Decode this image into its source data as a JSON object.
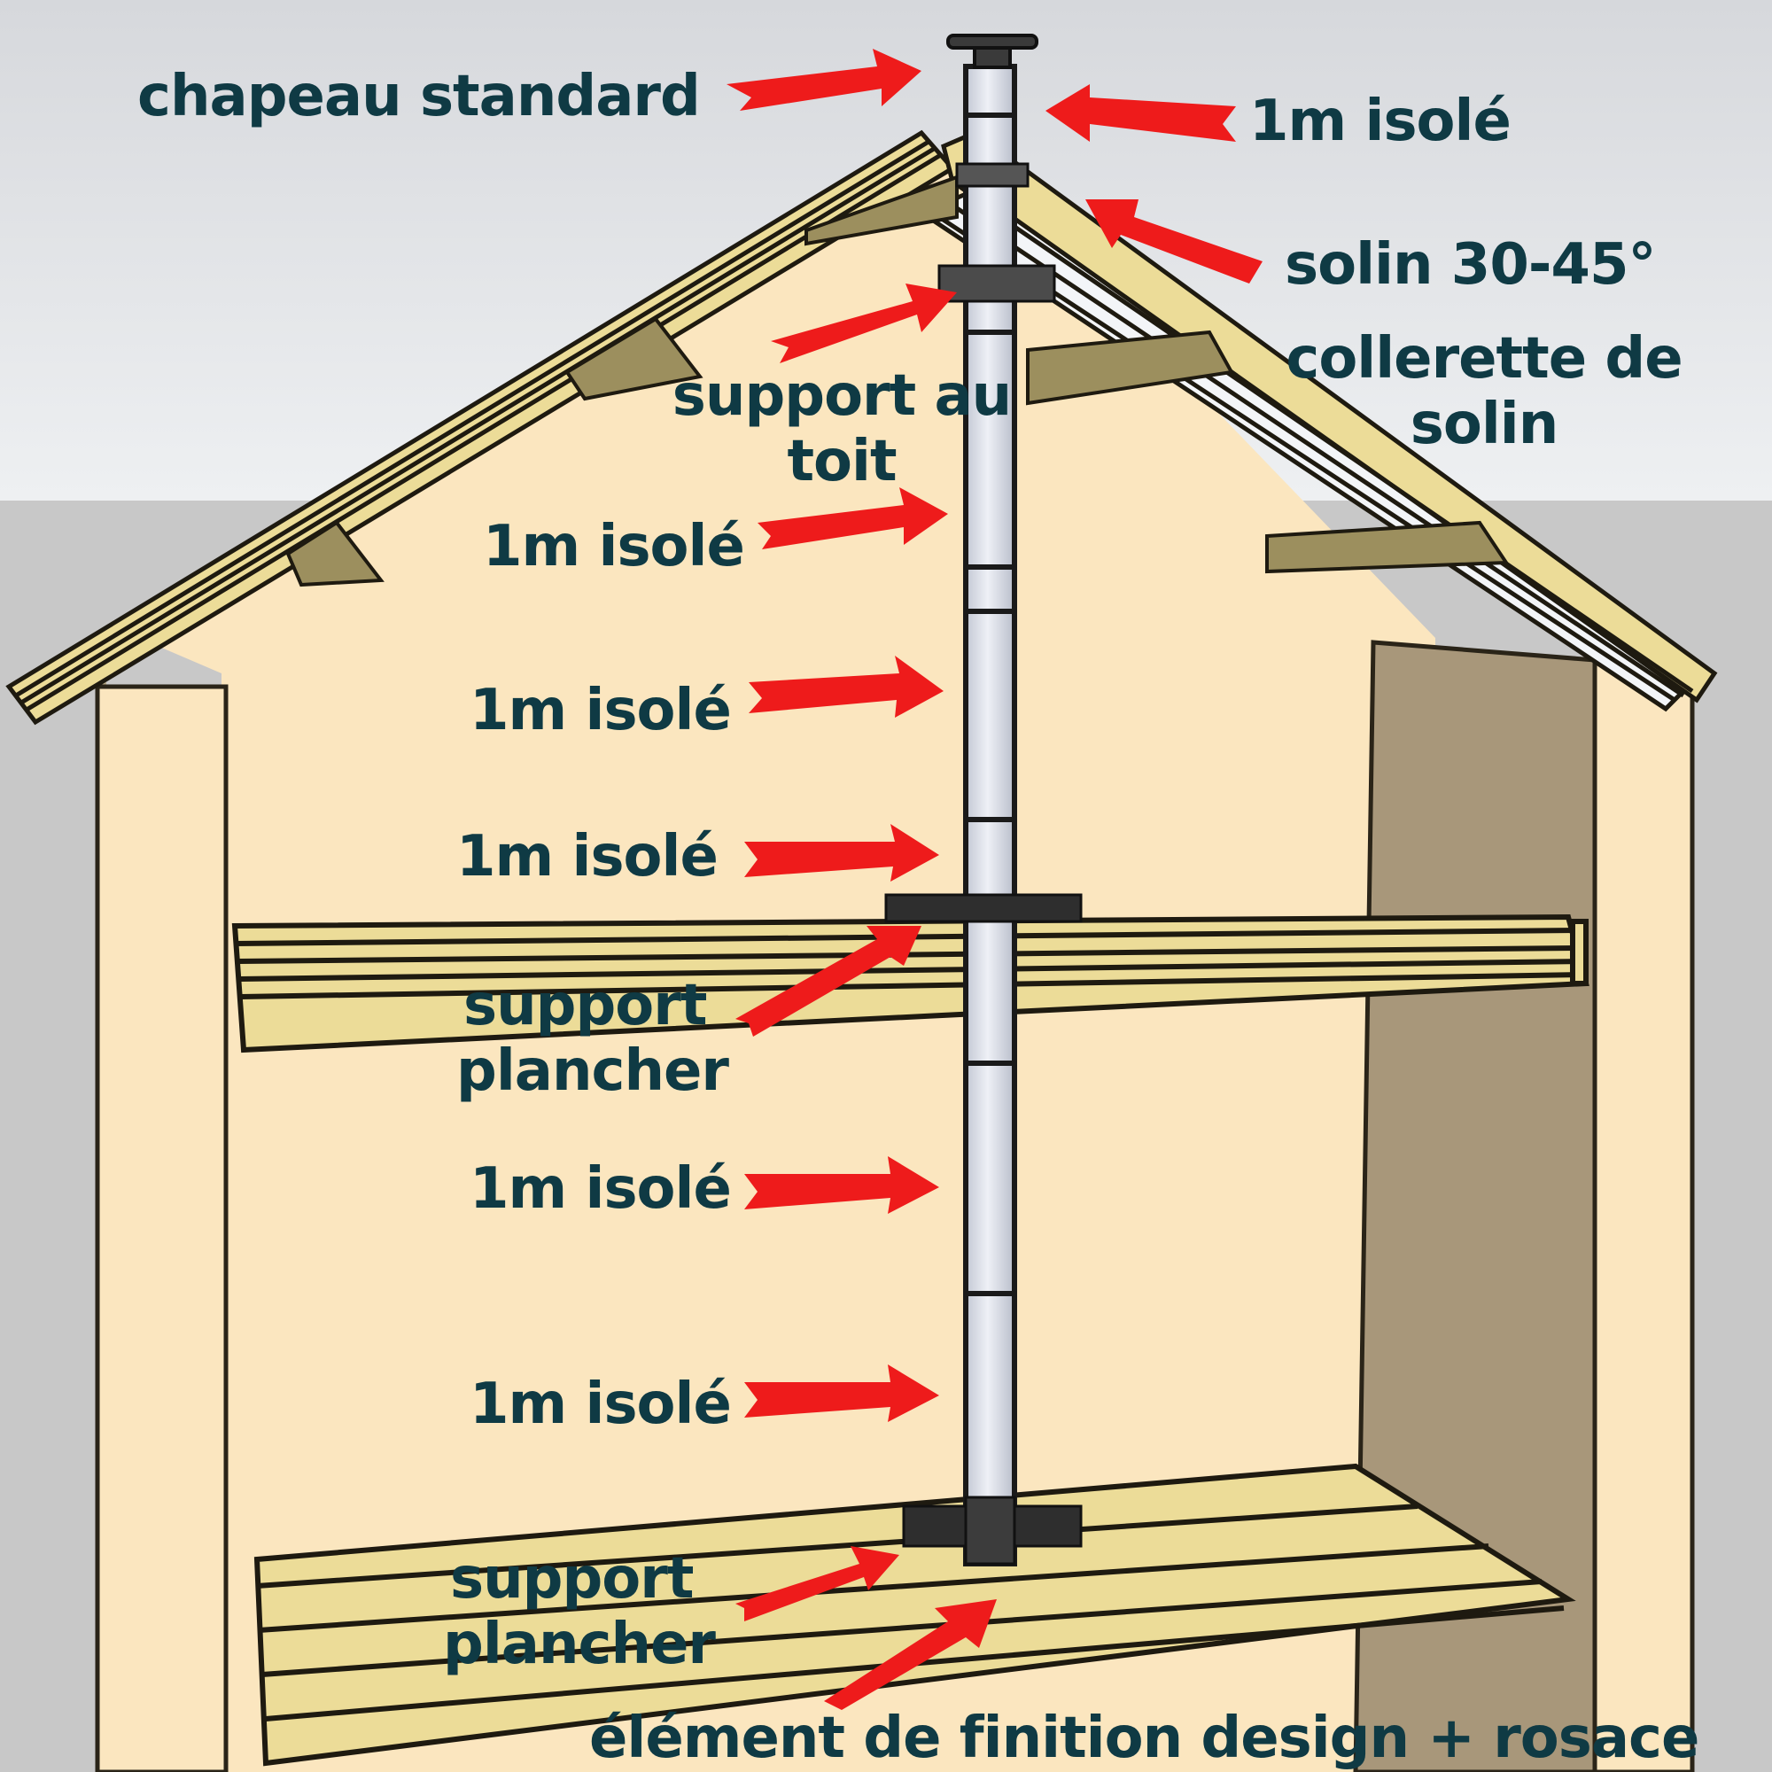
{
  "diagram": {
    "type": "chimney flue installation cross-section",
    "colors": {
      "sky_top": "#d9dbde",
      "ground_bg": "#c8c8c8",
      "wall_interior": "#fbe6bf",
      "wall_shadow": "#a8977a",
      "timber": "#ecdc98",
      "timber_dark": "#9c8f5e",
      "pipe": "#d8dce8",
      "pipe_outline": "#1a1a1a",
      "arrow": "#ee1b1b",
      "label_text": "#0f3a44"
    },
    "labels": {
      "cap": "chapeau standard",
      "top_pipe": "1m isolé",
      "flashing": "solin 30-45°",
      "flashing_collar_1": "collerette de",
      "flashing_collar_2": "solin",
      "roof_support_1": "support au",
      "roof_support_2": "toit",
      "pipe_1": "1m isolé",
      "pipe_2": "1m isolé",
      "pipe_3": "1m isolé",
      "floor_support_upper_1": "support",
      "floor_support_upper_2": "plancher",
      "pipe_4": "1m isolé",
      "pipe_5": "1m isolé",
      "floor_support_lower_1": "support",
      "floor_support_lower_2": "plancher",
      "finishing": "élément de finition design + rosace"
    }
  }
}
